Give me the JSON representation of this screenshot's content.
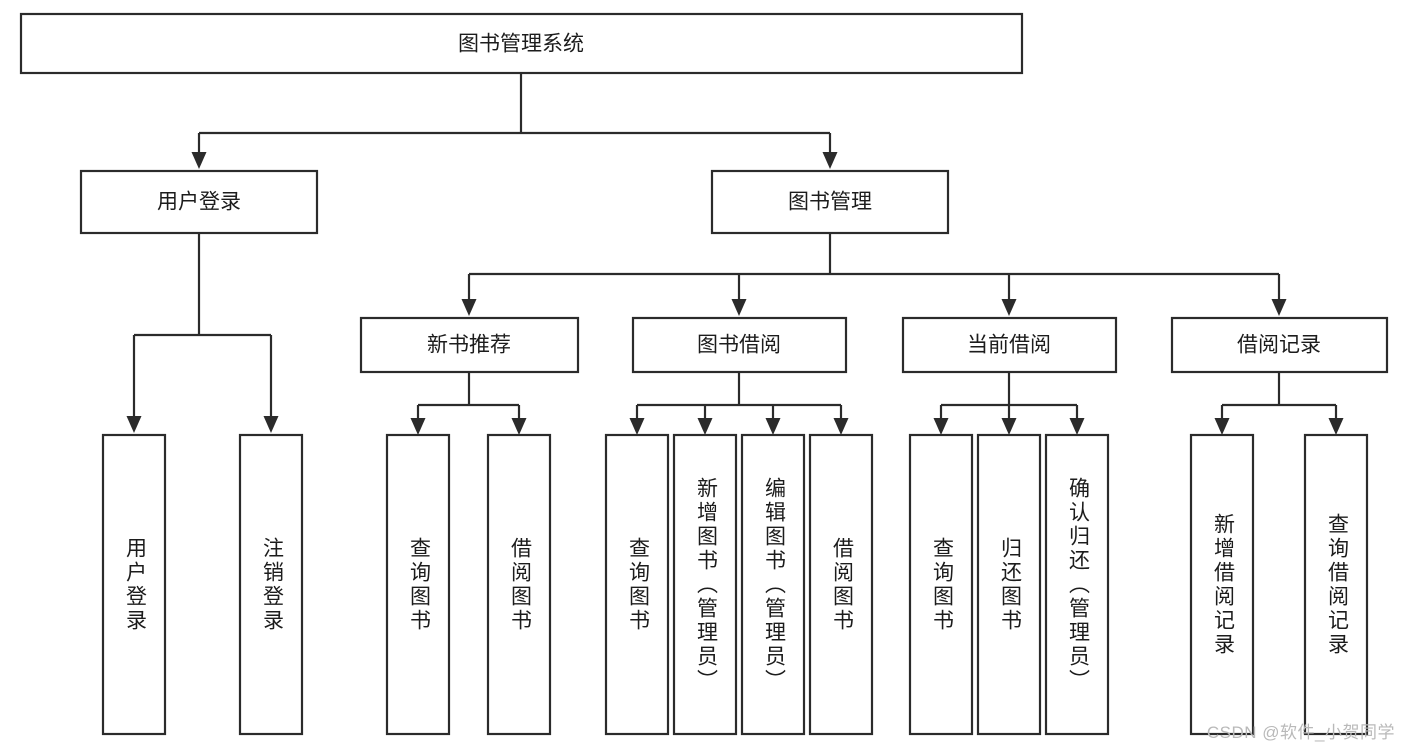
{
  "diagram": {
    "type": "tree-hierarchy-chart",
    "title": "图书管理系统",
    "orientation": "top-down",
    "colors": {
      "box_fill": "#ffffff",
      "box_stroke": "#2b2b2b",
      "text": "#1c1c1c",
      "watermark": "#b9b9b9",
      "background": "#ffffff"
    },
    "root": {
      "label": "图书管理系统"
    },
    "level2": [
      {
        "label": "用户登录"
      },
      {
        "label": "图书管理"
      }
    ],
    "level3": [
      {
        "label": "新书推荐"
      },
      {
        "label": "图书借阅"
      },
      {
        "label": "当前借阅"
      },
      {
        "label": "借阅记录"
      }
    ],
    "leaves": {
      "user_login": [
        {
          "label": "用户登录"
        },
        {
          "label": "注销登录"
        }
      ],
      "new_book_recommend": [
        {
          "label": "查询图书"
        },
        {
          "label": "借阅图书"
        }
      ],
      "book_borrow": [
        {
          "label": "查询图书"
        },
        {
          "label": "新增图书（管理员）"
        },
        {
          "label": "编辑图书（管理员）"
        },
        {
          "label": "借阅图书"
        }
      ],
      "current_borrow": [
        {
          "label": "查询图书"
        },
        {
          "label": "归还图书"
        },
        {
          "label": "确认归还（管理员）"
        }
      ],
      "borrow_record": [
        {
          "label": "新增借阅记录"
        },
        {
          "label": "查询借阅记录"
        }
      ]
    }
  },
  "watermark": {
    "text": "CSDN @软件_小贺同学"
  }
}
